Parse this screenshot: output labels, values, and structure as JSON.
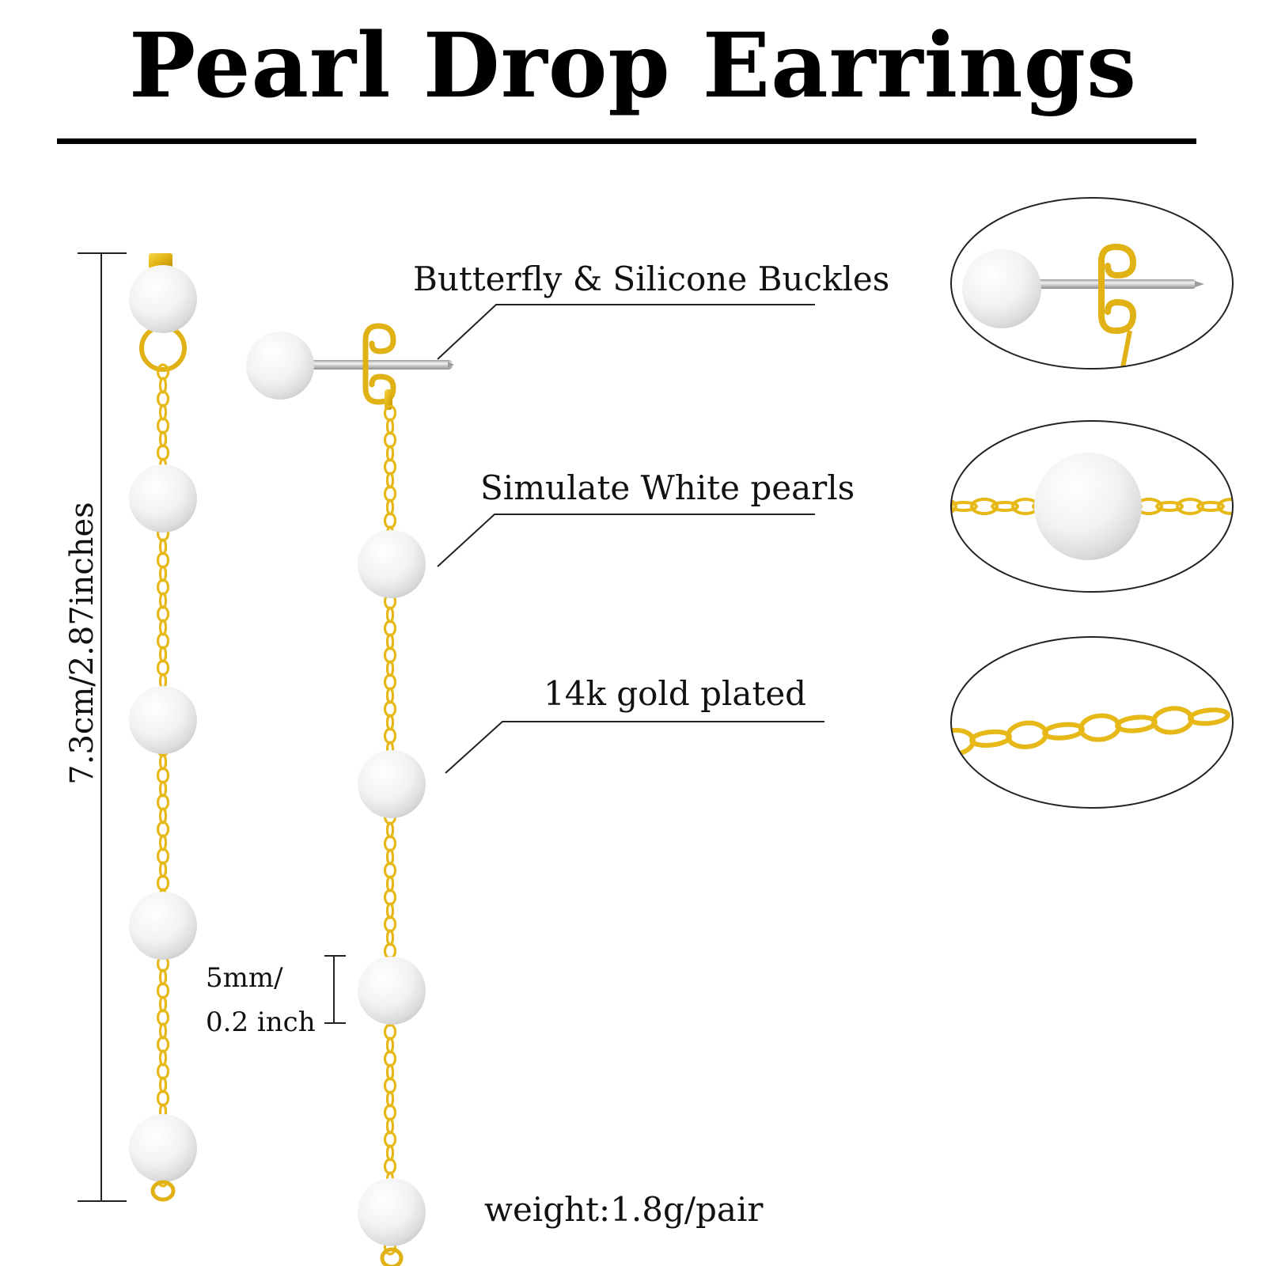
{
  "title": "Pearl Drop Earrings",
  "labels": {
    "buckles": "Butterfly & Silicone Buckles",
    "pearls": "Simulate White pearls",
    "gold": "14k gold plated",
    "length": "7.3cm/2.87inches",
    "size_line1": "5mm/",
    "size_line2": "0.2 inch",
    "weight": "weight:1.8g/pair"
  },
  "colors": {
    "gold": "#e6b818",
    "gold_dark": "#b8900a",
    "pearl": "#f4f4f4",
    "silver": "#c8c8c8",
    "ink": "#111111"
  }
}
